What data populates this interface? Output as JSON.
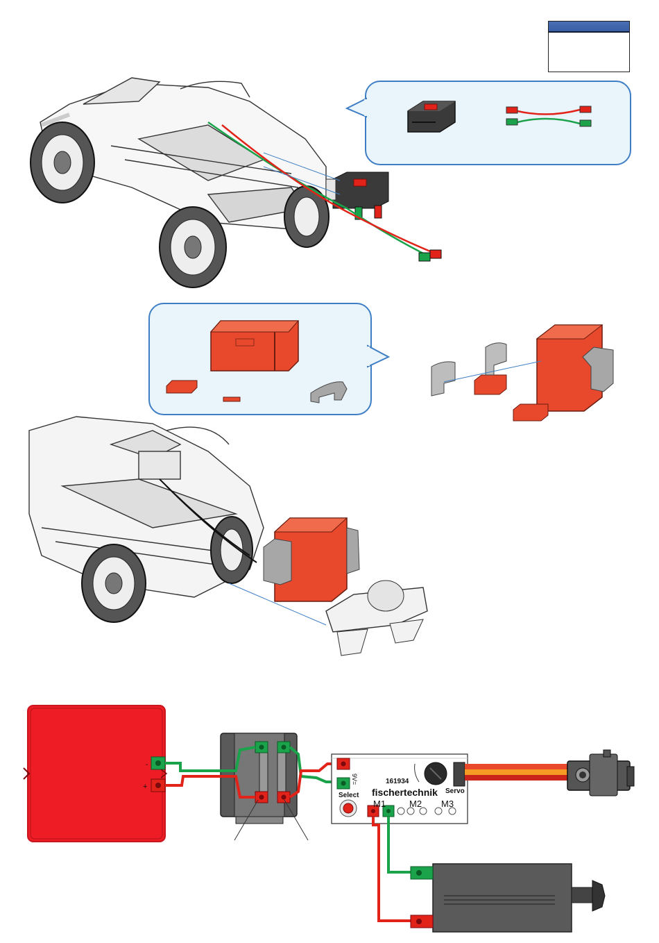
{
  "board": {
    "part_number": "161934",
    "brand": "fischertechnik",
    "voltage_label": "9V=",
    "select_label": "Select",
    "servo_label": "Servo",
    "outputs": [
      "M1",
      "M2",
      "M3"
    ]
  },
  "battery": {
    "minus_symbol": "-",
    "plus_symbol": "+"
  },
  "colors": {
    "battery_red": "#ee1c24",
    "wire_red": "#e2231a",
    "wire_green": "#1aa34a",
    "callout_border": "#3d7ec4",
    "callout_fill": "#eaf4fb",
    "header_blue": "#3a5ea6",
    "part_red": "#e8482c"
  },
  "icons": [
    "switch-icon",
    "cable-icon",
    "battery-box-icon",
    "servo-icon",
    "motor-icon",
    "potentiometer-icon",
    "select-button-icon"
  ]
}
